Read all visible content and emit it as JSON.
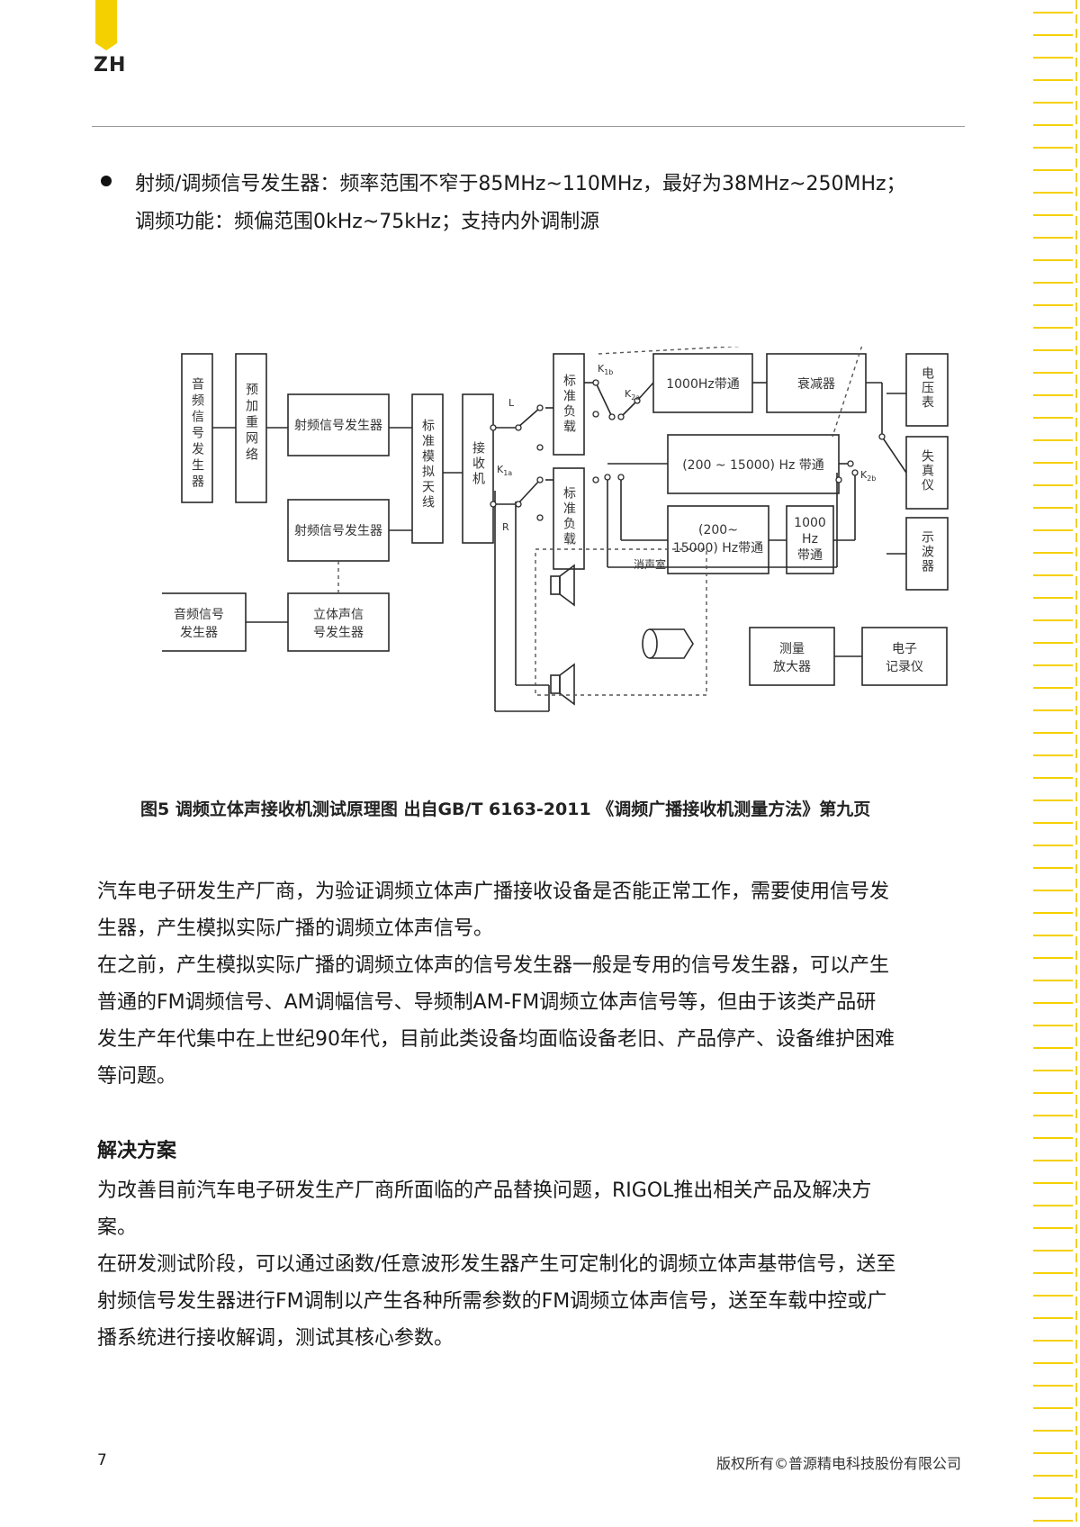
{
  "header": {
    "logo_text": "ZH",
    "accent_color": "#f5d000"
  },
  "bullet": {
    "line1": "射频/调频信号发生器：频率范围不窄于85MHz~110MHz，最好为38MHz~250MHz；",
    "line2": "调频功能：频偏范围0kHz~75kHz；支持内外调制源"
  },
  "diagram": {
    "audio_gen_v": "音频信号发生器",
    "preemph_v": "预加重网络",
    "rf_gen": "射频信号发生器",
    "rf_gen_2": "射频信号发生器",
    "std_antenna_v": "标准模拟天线",
    "receiver_v": "接收机",
    "std_load_top_v": "标准负载",
    "std_load_bot_v": "标准负载",
    "bp_1000": "1000Hz带通",
    "attenuator": "衰减器",
    "bp_200_15000": "(200 ~ 15000) Hz 带通",
    "bp_200_15000_b_l1": "(200~",
    "bp_200_15000_b_l2": "15000) Hz带通",
    "bp_1000_b_l1": "1000",
    "bp_1000_b_l2": "Hz",
    "bp_1000_b_l3": "带通",
    "voltmeter_v": "电压表",
    "distortion_v": "失真仪",
    "oscilloscope_v": "示波器",
    "audio_gen_l1": "音频信号",
    "audio_gen_l2": "发生器",
    "stereo_gen_l1": "立体声信",
    "stereo_gen_l2": "号发生器",
    "anechoic": "消声室",
    "amp_l1": "测量",
    "amp_l2": "放大器",
    "rec_l1": "电子",
    "rec_l2": "记录仪",
    "label_L": "L",
    "label_R": "R",
    "k1a": "K",
    "k1a_sub": "1a",
    "k1b": "K",
    "k1b_sub": "1b",
    "k2a": "K",
    "k2a_sub": "2a",
    "k2b": "K",
    "k2b_sub": "2b"
  },
  "caption": "图5 调频立体声接收机测试原理图 出自GB/T 6163-2011 《调频广播接收机测量方法》第九页",
  "paragraphs": {
    "p1_l1": "汽车电子研发生产厂商，为验证调频立体声广播接收设备是否能正常工作，需要使用信号发",
    "p1_l2": "生器，产生模拟实际广播的调频立体声信号。",
    "p2_l1": "在之前，产生模拟实际广播的调频立体声的信号发生器一般是专用的信号发生器，可以产生",
    "p2_l2": "普通的FM调频信号、AM调幅信号、导频制AM-FM调频立体声信号等，但由于该类产品研",
    "p2_l3": "发生产年代集中在上世纪90年代，目前此类设备均面临设备老旧、产品停产、设备维护困难",
    "p2_l4": "等问题。",
    "section_title": "解决方案",
    "p3_l1": "为改善目前汽车电子研发生产厂商所面临的产品替换问题，RIGOL推出相关产品及解决方",
    "p3_l2": "案。",
    "p4_l1": "在研发测试阶段，可以通过函数/任意波形发生器产生可定制化的调频立体声基带信号，送至",
    "p4_l2": "射频信号发生器进行FM调制以产生各种所需参数的FM调频立体声信号，送至车载中控或广",
    "p4_l3": "播系统进行接收解调，测试其核心参数。"
  },
  "footer": {
    "page_number": "7",
    "copyright": "版权所有©普源精电科技股份有限公司"
  }
}
